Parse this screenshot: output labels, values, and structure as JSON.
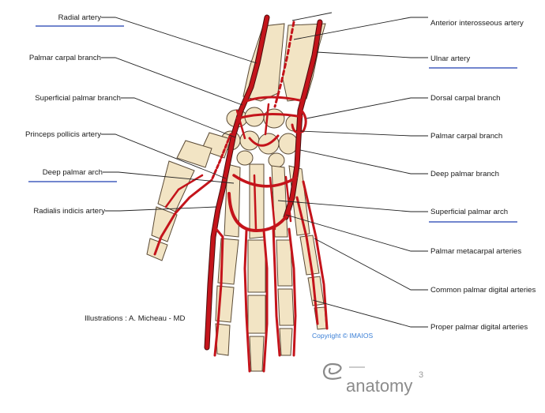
{
  "labels": {
    "radial_artery": "Radial artery",
    "palmar_carpal_branch_left": "Palmar carpal branch",
    "superficial_palmar_branch": "Superficial palmar branch",
    "princeps_pollicis_artery": "Princeps pollicis artery",
    "deep_palmar_arch": "Deep palmar arch",
    "radialis_indicis_artery": "Radialis indicis artery",
    "anterior_interosseous_artery": "Anterior interosseous artery",
    "ulnar_artery": "Ulnar artery",
    "dorsal_carpal_branch": "Dorsal carpal branch",
    "palmar_carpal_branch_right": "Palmar carpal branch",
    "deep_palmar_branch": "Deep palmar branch",
    "superficial_palmar_arch": "Superficial palmar arch",
    "palmar_metacarpal_arteries": "Palmar metacarpal arteries",
    "common_palmar_digital_arteries": "Common palmar digital arteries",
    "proper_palmar_digital_arteries": "Proper palmar digital arteries"
  },
  "credits": {
    "illustrations": "Illustrations : A. Micheau - MD",
    "copyright": "Copyright © IMAIOS",
    "logo_text": "anatomy",
    "logo_superscript": "3"
  },
  "colors": {
    "artery": "#c4141b",
    "bone": "#f2e4c4",
    "underline": "#1f3fb0",
    "copyright": "#3a7fd6"
  }
}
